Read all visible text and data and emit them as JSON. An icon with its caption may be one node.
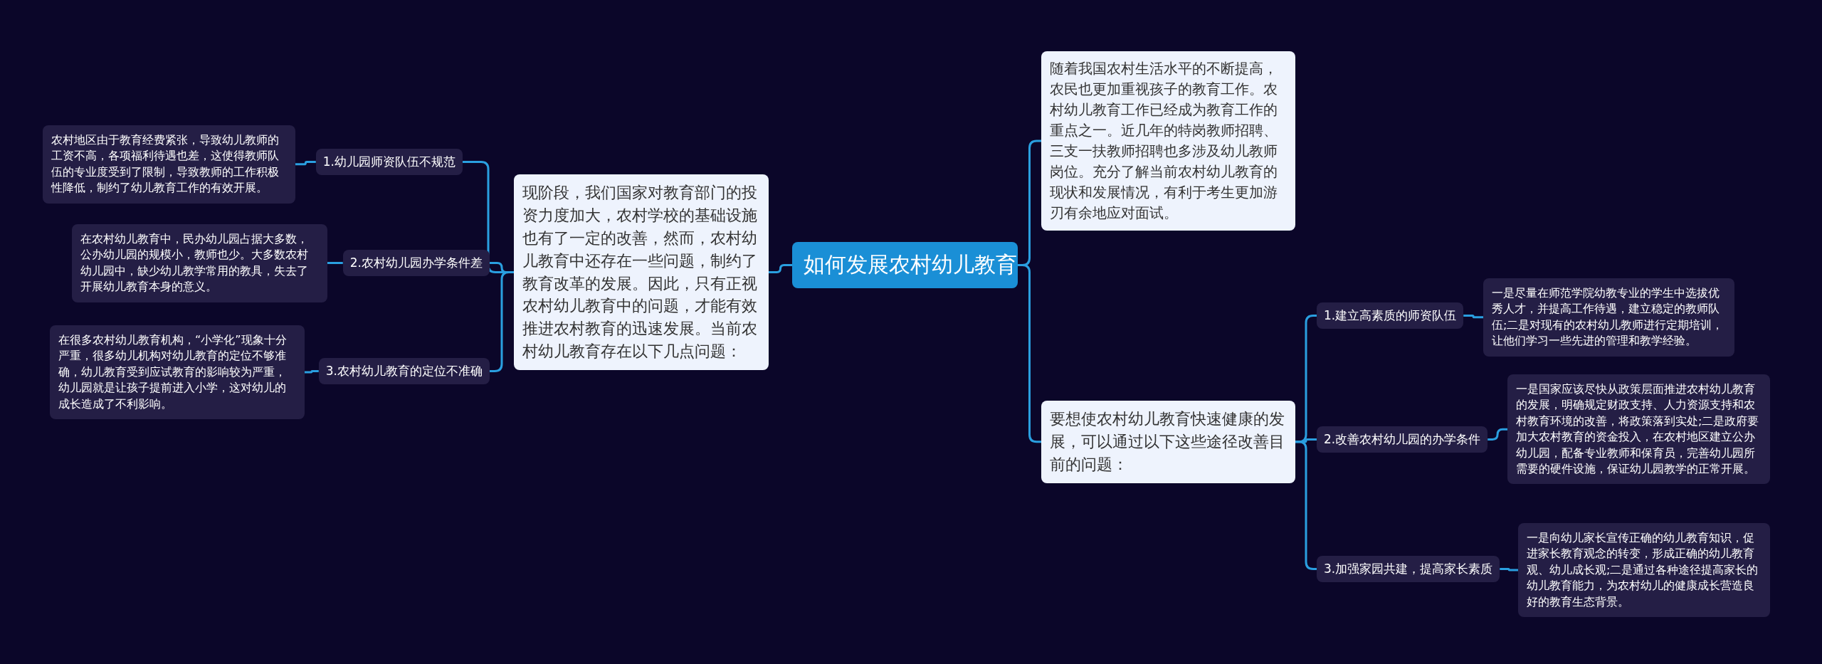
{
  "diagram": {
    "nodes": [
      {
        "text": [
          "如何发展农村幼儿教育"
        ]
      },
      {
        "text": [
          "现阶段，我们国家对教育部门的投资力度加大，农村学校的基础设施也有了一定的改善，然而，农村幼儿教育中还存在一些问题，制约了教育改革的发展。因此，只有正视农村幼儿教育中的问题，才能有效推进农村教育的迅速发展。当前农村幼儿教育存在以下几点问题："
        ]
      },
      {
        "text": [
          "1.幼儿园师资队伍不规范"
        ]
      },
      {
        "text": [
          "农村地区由于教育经费紧张，导致幼儿教师的工资不高，各项福利待遇也差，这使得教师队伍的专业度受到了限制，导致教师的工作积极性降低，制约了幼儿教育工作的有效开展。"
        ]
      },
      {
        "text": [
          "2.农村幼儿园办学条件差"
        ]
      },
      {
        "text": [
          "在农村幼儿教育中，民办幼儿园占据大多数，公办幼儿园的规模小，教师也少。大多数农村幼儿园中，缺少幼儿教学常用的教具，失去了开展幼儿教育本身的意义。"
        ]
      },
      {
        "text": [
          "3.农村幼儿教育的定位不准确"
        ]
      },
      {
        "text": [
          "在很多农村幼儿教育机构，“小学化”现象十分严重，很多幼儿机构对幼儿教育的定位不够准确，幼儿教育受到应试教育的影响较为严重，幼儿园就是让孩子提前进入小学，这对幼儿的成长造成了不利影响。"
        ]
      },
      {
        "text": [
          "随着我国农村生活水平的不断提高，农民也更加重视孩子的教育工作。农村幼儿教育工作已经成为教育工作的重点之一。近几年的特岗教师招聘、三支一扶教师招聘也多涉及幼儿教师岗位。充分了解当前农村幼儿教育的现状和发展情况，有利于考生更加游刃有余地应对面试。"
        ]
      },
      {
        "text": [
          "要想使农村幼儿教育快速健康的发展，可以通过以下这些途径改善目前的问题："
        ]
      },
      {
        "text": [
          "1.建立高素质的师资队伍"
        ]
      },
      {
        "text": [
          "一是尽量在师范学院幼教专业的学生中选拔优秀人才，并提高工作待遇，建立稳定的教师队伍;二是对现有的农村幼儿教师进行定期培训，让他们学习一些先进的管理和教学经验。"
        ]
      },
      {
        "text": [
          "2.改善农村幼儿园的办学条件"
        ]
      },
      {
        "text": [
          "一是国家应该尽快从政策层面推进农村幼儿教育的发展，明确规定财政支持、人力资源支持和农村教育环境的改善，将政策落到实处;二是政府要加大农村教育的资金投入，在农村地区建立公办幼儿园，配备专业教师和保育员，完善幼儿园所需要的硬件设施，保证幼儿园教学的正常开展。"
        ]
      },
      {
        "text": [
          "3.加强家园共建，提高家长素质"
        ]
      },
      {
        "text": [
          "一是向幼儿家长宣传正确的幼儿教育知识，促进家长教育观念的转变，形成正确的幼儿教育观、幼儿成长观;二是通过各种途径提高家长的幼儿教育能力，为农村幼儿的健康成长营造良好的教育生态背景。"
        ]
      }
    ],
    "edges": [
      {
        "from": 0,
        "to": 1,
        "arrow": "none"
      },
      {
        "from": 1,
        "to": 2,
        "arrow": "none"
      },
      {
        "from": 2,
        "to": 3,
        "arrow": "none"
      },
      {
        "from": 1,
        "to": 4,
        "arrow": "none"
      },
      {
        "from": 4,
        "to": 5,
        "arrow": "none"
      },
      {
        "from": 1,
        "to": 6,
        "arrow": "none"
      },
      {
        "from": 6,
        "to": 7,
        "arrow": "none"
      },
      {
        "from": 0,
        "to": 8,
        "arrow": "none"
      },
      {
        "from": 0,
        "to": 9,
        "arrow": "none"
      },
      {
        "from": 9,
        "to": 10,
        "arrow": "none"
      },
      {
        "from": 10,
        "to": 11,
        "arrow": "none"
      },
      {
        "from": 9,
        "to": 12,
        "arrow": "none"
      },
      {
        "from": 12,
        "to": 13,
        "arrow": "none"
      },
      {
        "from": 9,
        "to": 14,
        "arrow": "none"
      },
      {
        "from": 14,
        "to": 15,
        "arrow": "none"
      }
    ]
  }
}
